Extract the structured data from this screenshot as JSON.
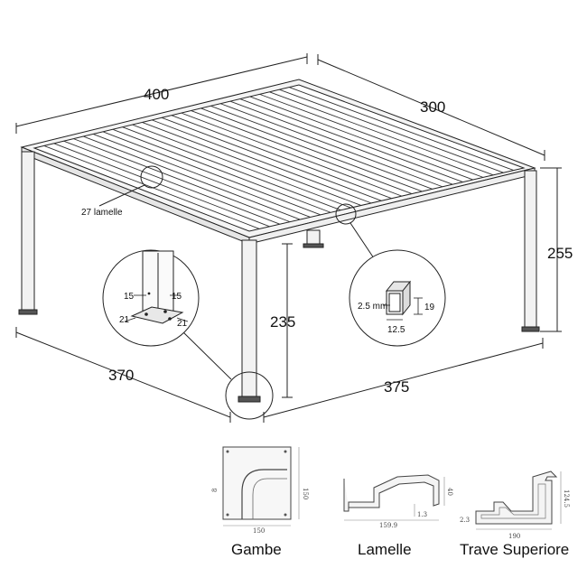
{
  "dimensions": {
    "width_top": "400",
    "depth_top": "300",
    "height_right": "255",
    "height_inner": "235",
    "width_bottom": "375",
    "depth_bottom": "370"
  },
  "labels": {
    "lamelle_count": "27 lamelle"
  },
  "detail_base": {
    "left_offset": "15",
    "right_offset": "15",
    "plate_left": "21",
    "plate_right": "21"
  },
  "detail_profile": {
    "thickness": "2.5 mm",
    "height": "19",
    "width": "12.5"
  },
  "profiles": [
    {
      "caption": "Gambe",
      "width_dim": "150",
      "height_dim": "150",
      "small_dim": "8"
    },
    {
      "caption": "Lamelle",
      "width_dim": "159.9",
      "height_dim": "40",
      "small_dim": "1.3"
    },
    {
      "caption": "Trave Superiore",
      "width_dim": "190",
      "height_dim": "124.5",
      "small_dim": "2.3"
    }
  ]
}
